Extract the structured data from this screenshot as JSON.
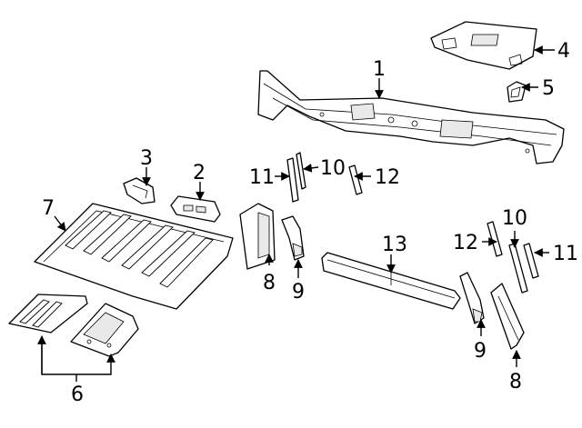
{
  "callouts": {
    "c1": "1",
    "c2": "2",
    "c3": "3",
    "c4": "4",
    "c5": "5",
    "c6": "6",
    "c7": "7",
    "c8a": "8",
    "c8b": "8",
    "c9a": "9",
    "c9b": "9",
    "c10a": "10",
    "c10b": "10",
    "c11a": "11",
    "c11b": "11",
    "c12a": "12",
    "c12b": "12",
    "c13": "13"
  },
  "colors": {
    "line": "#000000",
    "background": "#ffffff",
    "shade": "#e9e9e9"
  }
}
